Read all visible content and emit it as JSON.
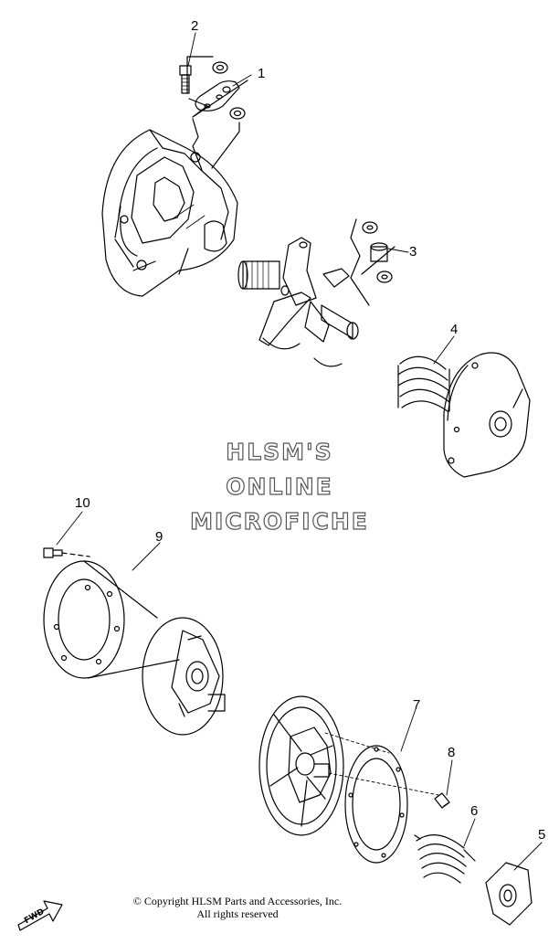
{
  "diagram": {
    "callouts": [
      "1",
      "2",
      "3",
      "4",
      "5",
      "6",
      "7",
      "8",
      "9",
      "10"
    ],
    "watermark": {
      "line1": "HLSM'S",
      "line2": "ONLINE",
      "line3": "MICROFICHE"
    },
    "copyright": {
      "line1": "© Copyright HLSM Parts and Accessories, Inc.",
      "line2": "All rights reserved"
    },
    "fwd_label": "FWD",
    "colors": {
      "ink": "#000000",
      "watermark_outline": "#555555",
      "background": "#ffffff"
    }
  }
}
